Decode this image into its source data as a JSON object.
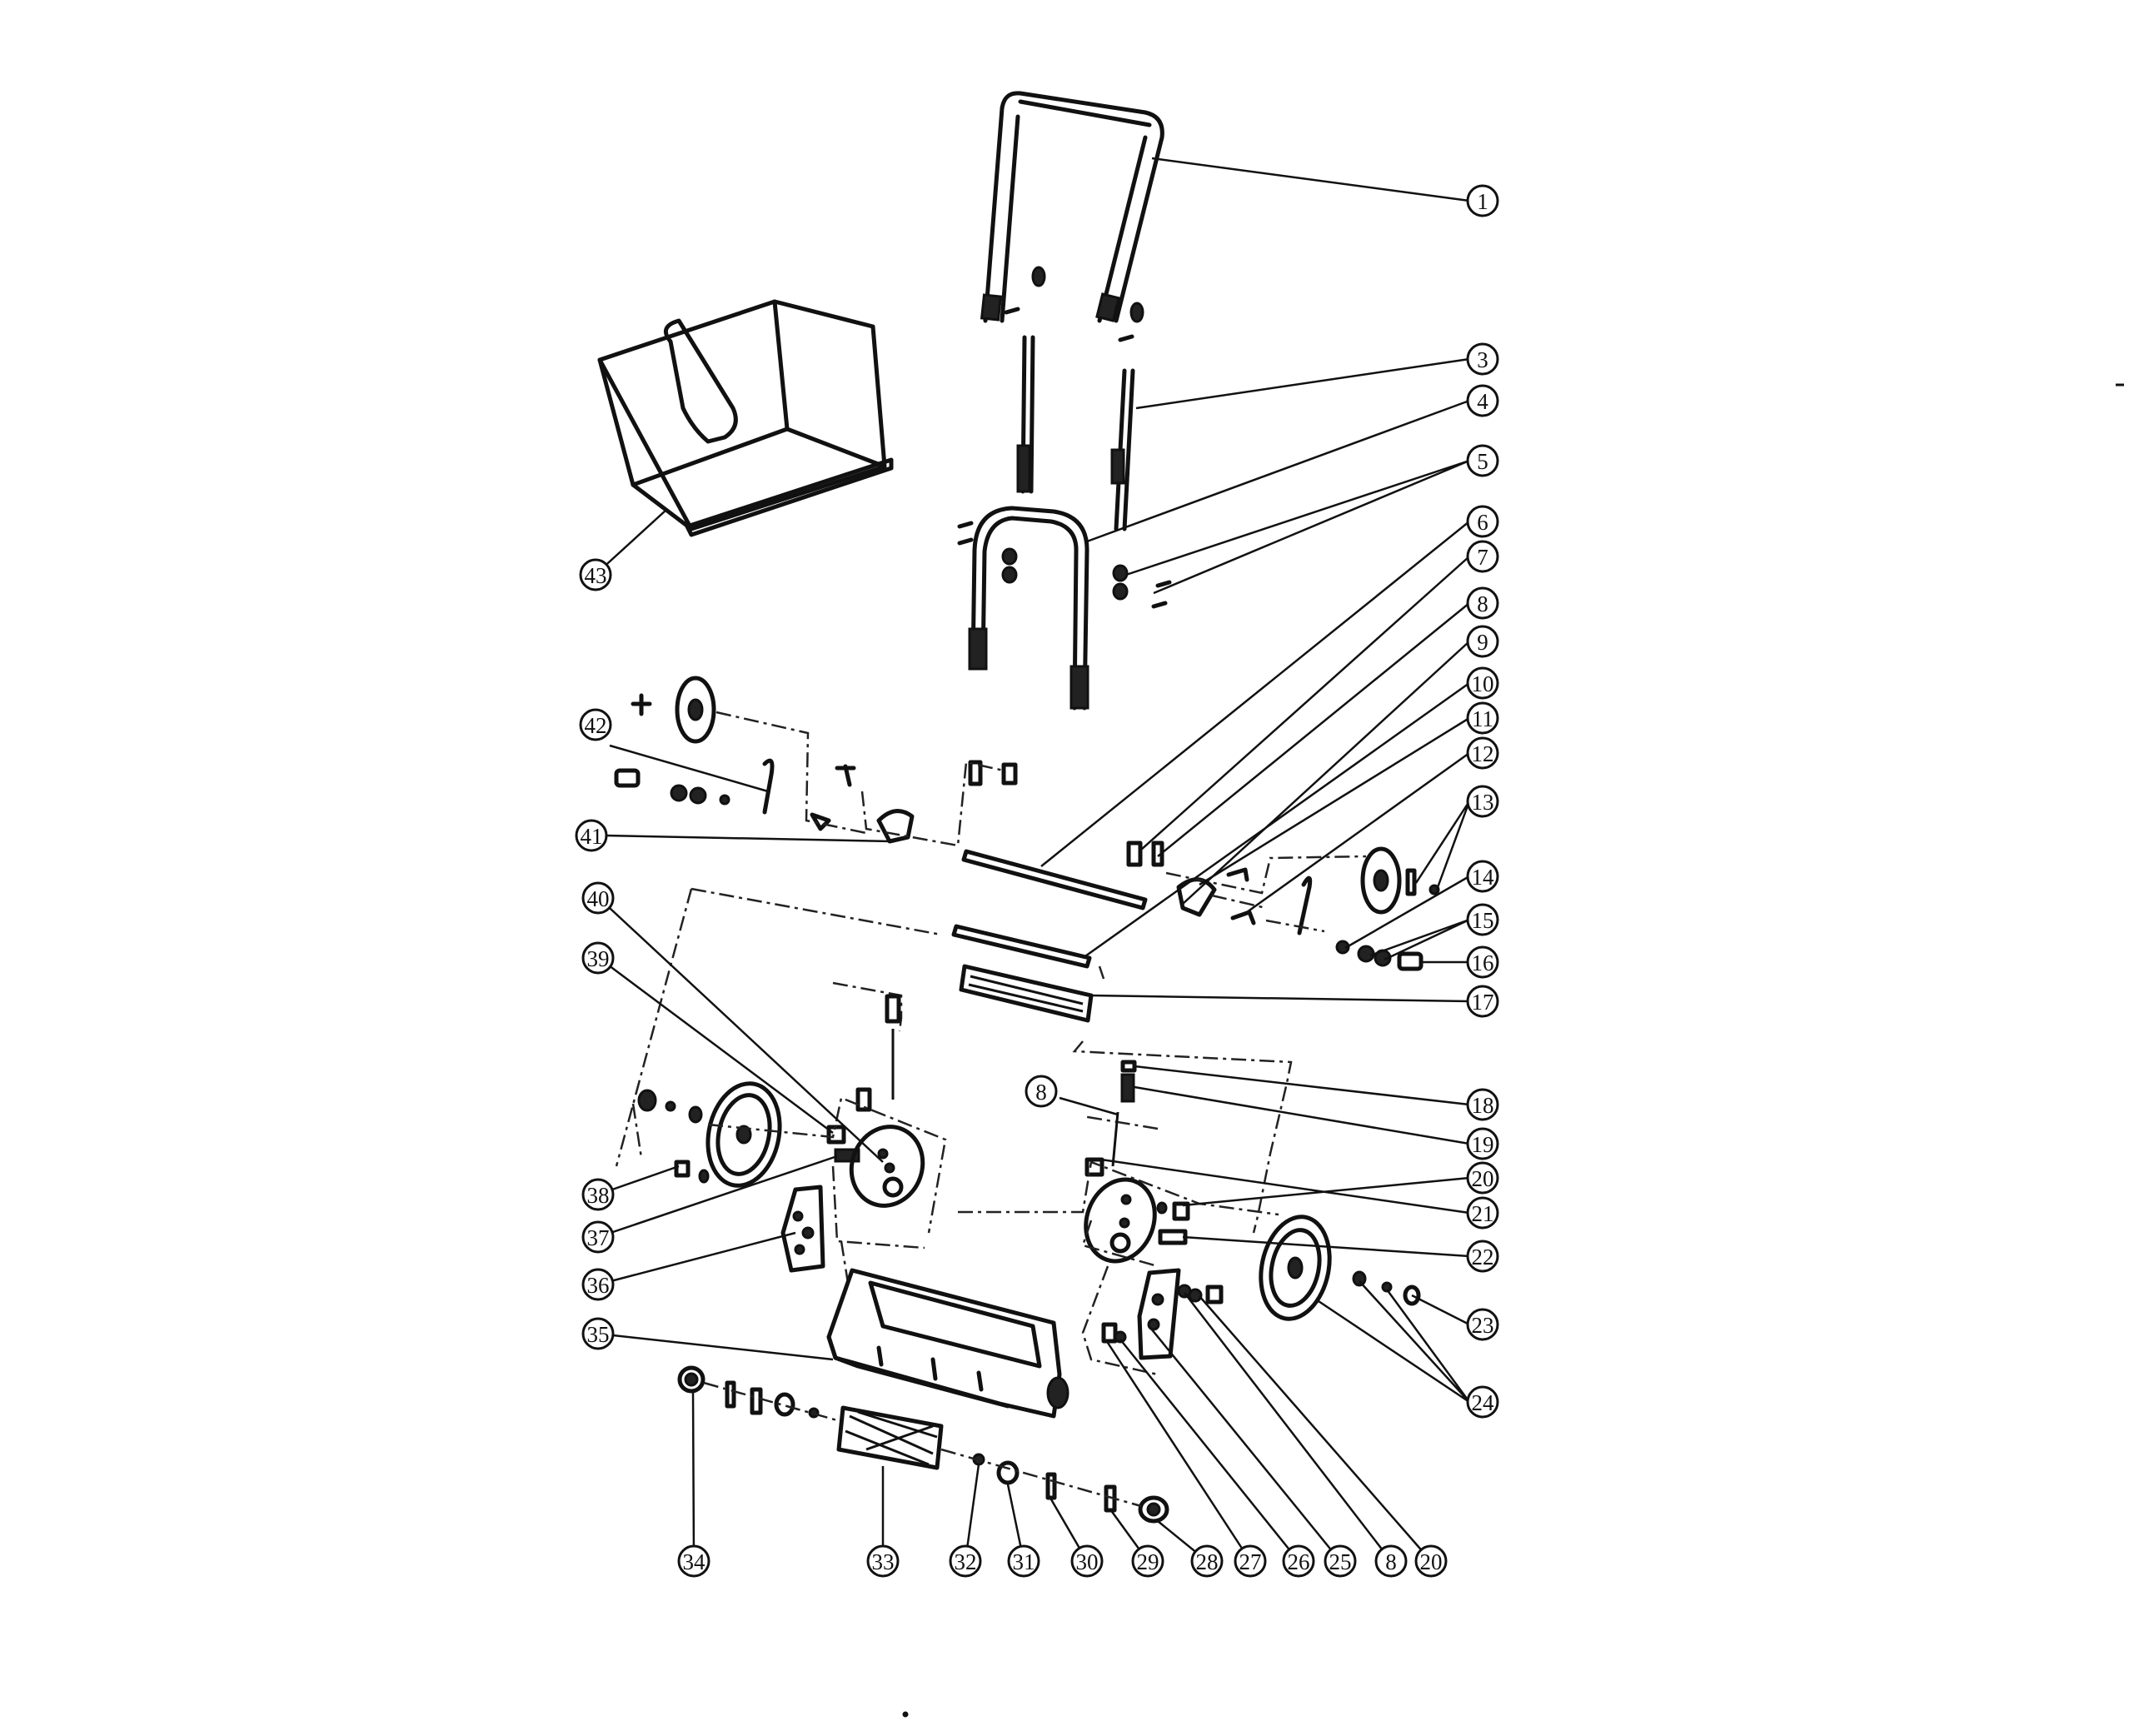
{
  "diagram": {
    "callouts": [
      {
        "id": "c1",
        "label": "1"
      },
      {
        "id": "c3",
        "label": "3"
      },
      {
        "id": "c4",
        "label": "4"
      },
      {
        "id": "c5",
        "label": "5"
      },
      {
        "id": "c6",
        "label": "6"
      },
      {
        "id": "c7",
        "label": "7"
      },
      {
        "id": "c8a",
        "label": "8"
      },
      {
        "id": "c9",
        "label": "9"
      },
      {
        "id": "c10",
        "label": "10"
      },
      {
        "id": "c11",
        "label": "11"
      },
      {
        "id": "c12",
        "label": "12"
      },
      {
        "id": "c13",
        "label": "13"
      },
      {
        "id": "c14",
        "label": "14"
      },
      {
        "id": "c15",
        "label": "15"
      },
      {
        "id": "c16",
        "label": "16"
      },
      {
        "id": "c17",
        "label": "17"
      },
      {
        "id": "c18",
        "label": "18"
      },
      {
        "id": "c19",
        "label": "19"
      },
      {
        "id": "c8b",
        "label": "8"
      },
      {
        "id": "c20a",
        "label": "20"
      },
      {
        "id": "c21",
        "label": "21"
      },
      {
        "id": "c22",
        "label": "22"
      },
      {
        "id": "c23",
        "label": "23"
      },
      {
        "id": "c24",
        "label": "24"
      },
      {
        "id": "c43",
        "label": "43"
      },
      {
        "id": "c42",
        "label": "42"
      },
      {
        "id": "c41",
        "label": "41"
      },
      {
        "id": "c40",
        "label": "40"
      },
      {
        "id": "c39",
        "label": "39"
      },
      {
        "id": "c38",
        "label": "38"
      },
      {
        "id": "c37",
        "label": "37"
      },
      {
        "id": "c36",
        "label": "36"
      },
      {
        "id": "c35",
        "label": "35"
      },
      {
        "id": "c34",
        "label": "34"
      },
      {
        "id": "c33",
        "label": "33"
      },
      {
        "id": "c32",
        "label": "32"
      },
      {
        "id": "c31",
        "label": "31"
      },
      {
        "id": "c30",
        "label": "30"
      },
      {
        "id": "c29",
        "label": "29"
      },
      {
        "id": "c28",
        "label": "28"
      },
      {
        "id": "c27",
        "label": "27"
      },
      {
        "id": "c26",
        "label": "26"
      },
      {
        "id": "c25",
        "label": "25"
      },
      {
        "id": "c8c",
        "label": "8"
      },
      {
        "id": "c20b",
        "label": "20"
      }
    ]
  }
}
